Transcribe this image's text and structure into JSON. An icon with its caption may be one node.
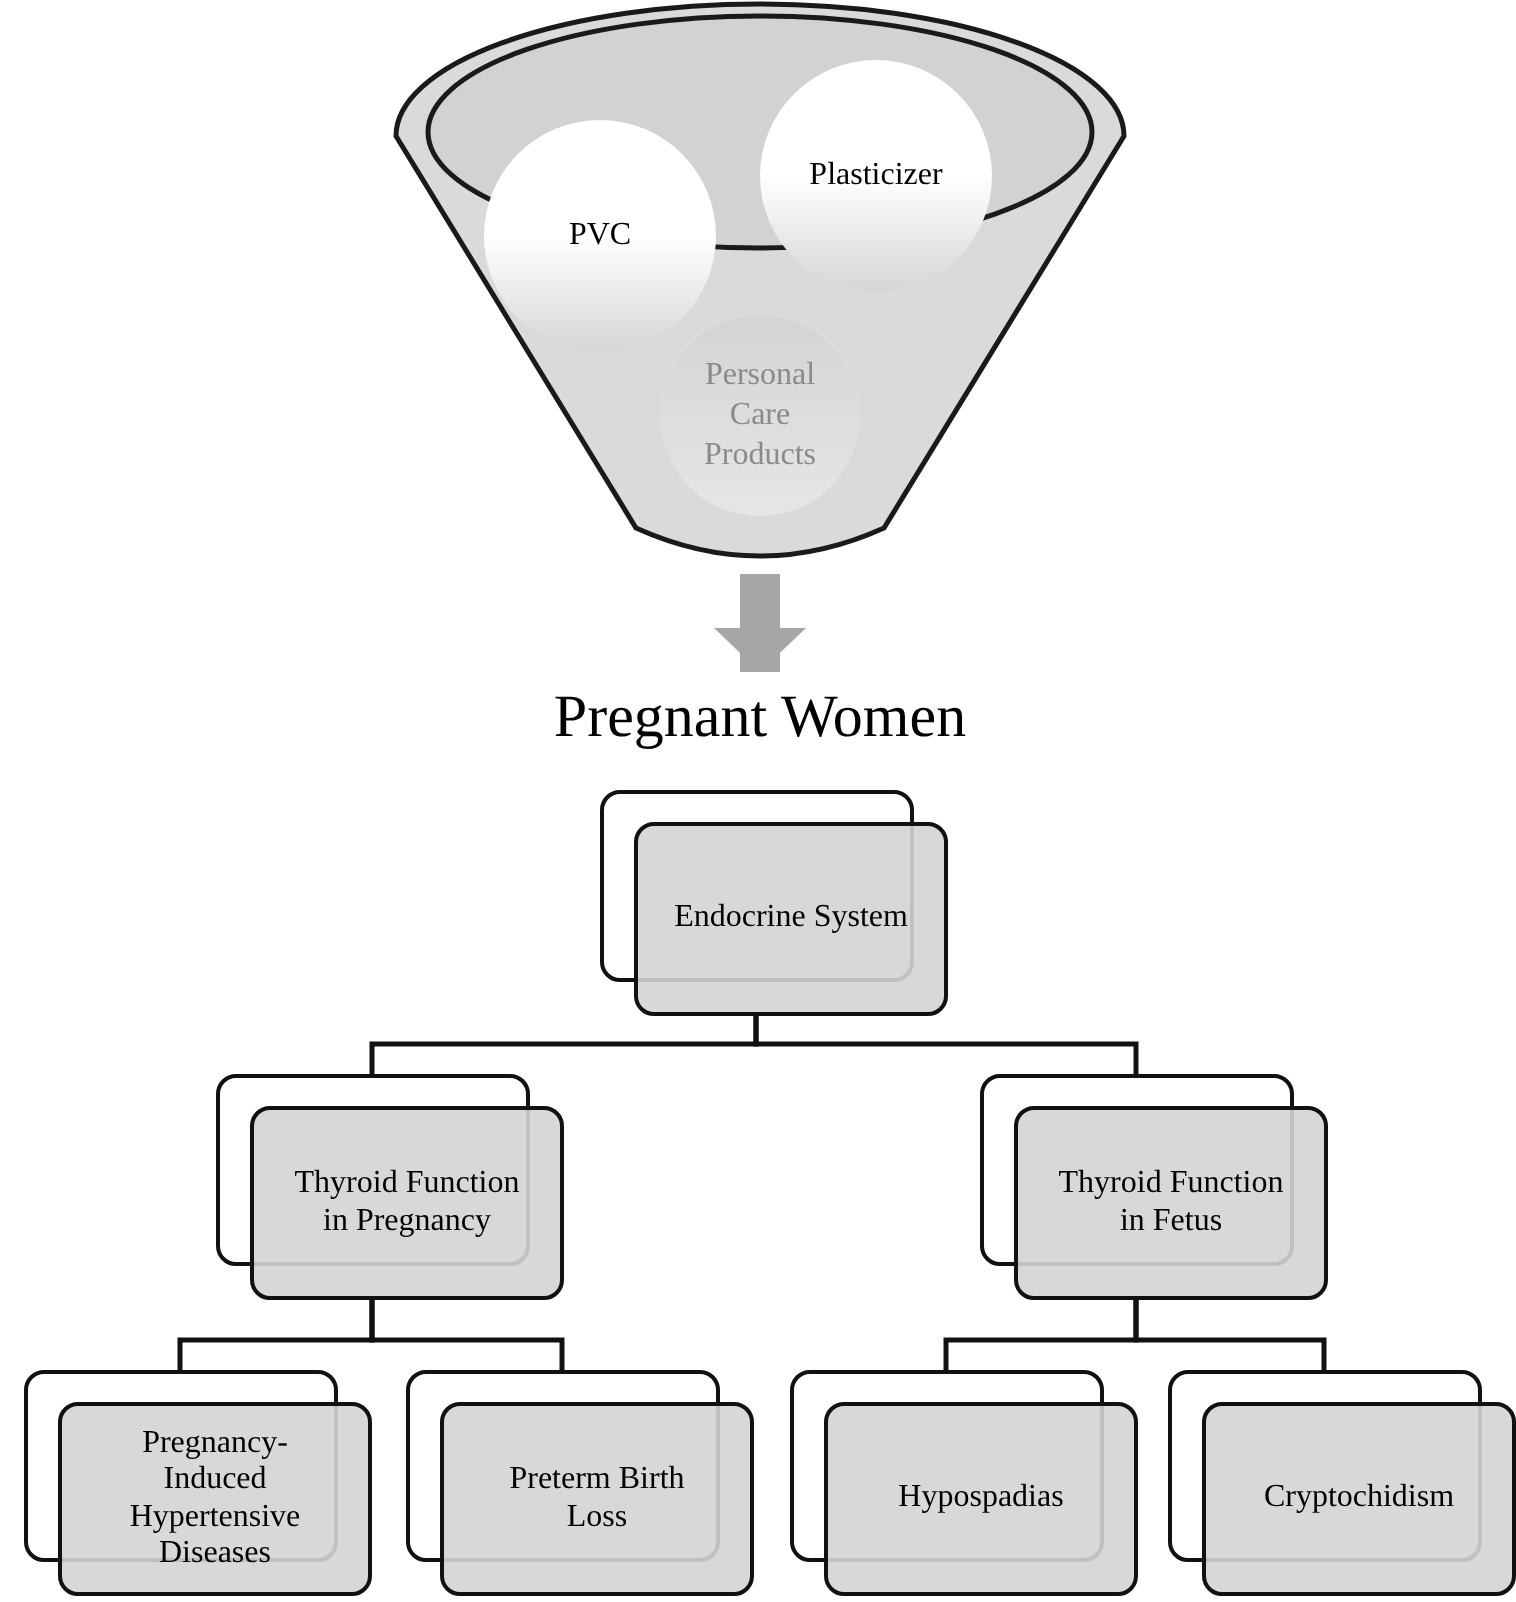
{
  "diagram": {
    "nodes": [
      {
        "text": [],
        "shape": "funnel"
      },
      {
        "text": [
          "PVC"
        ],
        "in": 0
      },
      {
        "text": [
          "Plasticizer"
        ],
        "in": 0
      },
      {
        "text": [
          "Personal Care Products"
        ],
        "in": 0
      },
      {
        "text": [
          "Pregnant Women"
        ]
      },
      {
        "text": [
          "Endocrine System"
        ]
      },
      {
        "text": [
          "Thyroid Function in Pregnancy"
        ]
      },
      {
        "text": [
          "Thyroid Function in Fetus"
        ]
      },
      {
        "text": [
          "Pregnancy-Induced Hypertensive Diseases"
        ]
      },
      {
        "text": [
          "Preterm Birth Loss"
        ]
      },
      {
        "text": [
          "Hypospadias"
        ]
      },
      {
        "text": [
          "Cryptochidism"
        ]
      }
    ],
    "edges": [
      {
        "from": 0,
        "to": 4,
        "arrow": "to",
        "style": "thick",
        "color": "#a6a6a6"
      },
      {
        "from": 5,
        "to": 6,
        "arrow": "none"
      },
      {
        "from": 5,
        "to": 7,
        "arrow": "none"
      },
      {
        "from": 6,
        "to": 8,
        "arrow": "none"
      },
      {
        "from": 6,
        "to": 9,
        "arrow": "none"
      },
      {
        "from": 7,
        "to": 10,
        "arrow": "none"
      },
      {
        "from": 7,
        "to": 11,
        "arrow": "none"
      }
    ]
  }
}
